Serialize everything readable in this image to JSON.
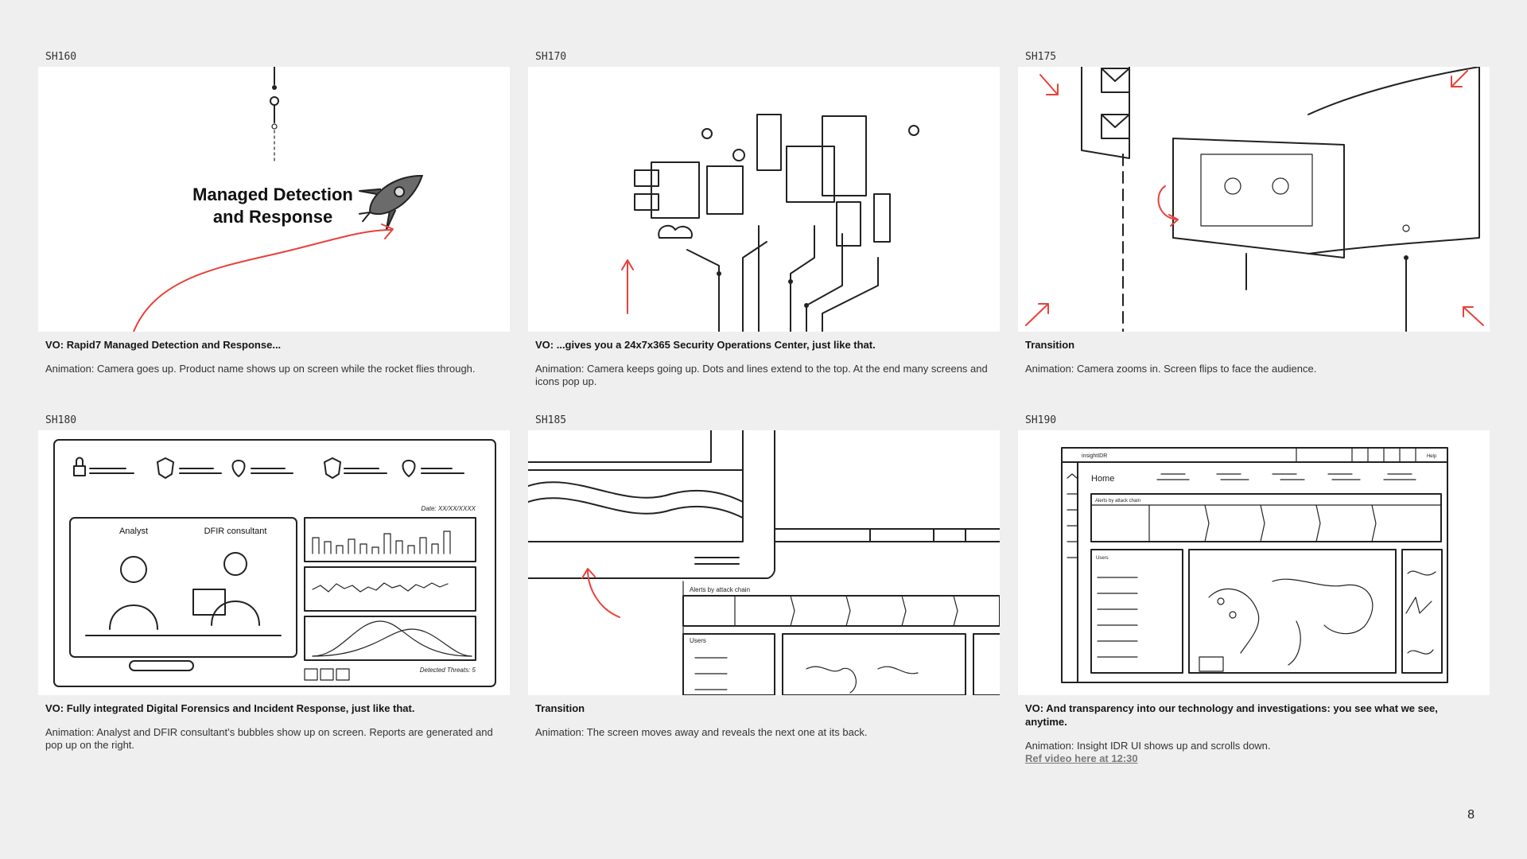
{
  "page_number": "8",
  "shots": [
    {
      "id": "SH160",
      "vo": "VO: Rapid7 Managed Detection and Response...",
      "animation": "Animation: Camera goes up. Product name shows up on screen while the rocket flies through.",
      "frame_title_line1": "Managed Detection",
      "frame_title_line2": "and Response"
    },
    {
      "id": "SH170",
      "vo": "VO: ...gives you a 24x7x365 Security Operations Center, just like that.",
      "animation": "Animation: Camera keeps going up. Dots and lines extend to the top. At the end many screens and icons pop up."
    },
    {
      "id": "SH175",
      "vo": "Transition",
      "animation": "Animation: Camera zooms in. Screen flips to face the audience."
    },
    {
      "id": "SH180",
      "vo": "VO: Fully integrated Digital Forensics and Incident Response, just like that.",
      "animation": "Animation: Analyst and DFIR consultant’s bubbles show up on screen. Reports are generated and pop up on the right.",
      "frame_analyst": "Analyst",
      "frame_dfir": "DFIR consultant",
      "frame_date": "Date: XX/XX/XXXX",
      "frame_detected": "Detected Threats: 5"
    },
    {
      "id": "SH185",
      "vo": "Transition",
      "animation": "Animation: The screen moves away and reveals the next one at its back.",
      "frame_alerts": "Alerts by attack chain",
      "frame_users": "Users"
    },
    {
      "id": "SH190",
      "vo": "VO: And transparency into our technology and investigations: you see what we see, anytime.",
      "animation": "Animation: Insight IDR UI shows up and scrolls down.",
      "ref_link": "Ref video here at 12:30",
      "frame_app": "insightIDR",
      "frame_home": "Home",
      "frame_alerts": "Alerts by attack chain",
      "frame_users": "Users",
      "frame_help": "Help"
    }
  ]
}
